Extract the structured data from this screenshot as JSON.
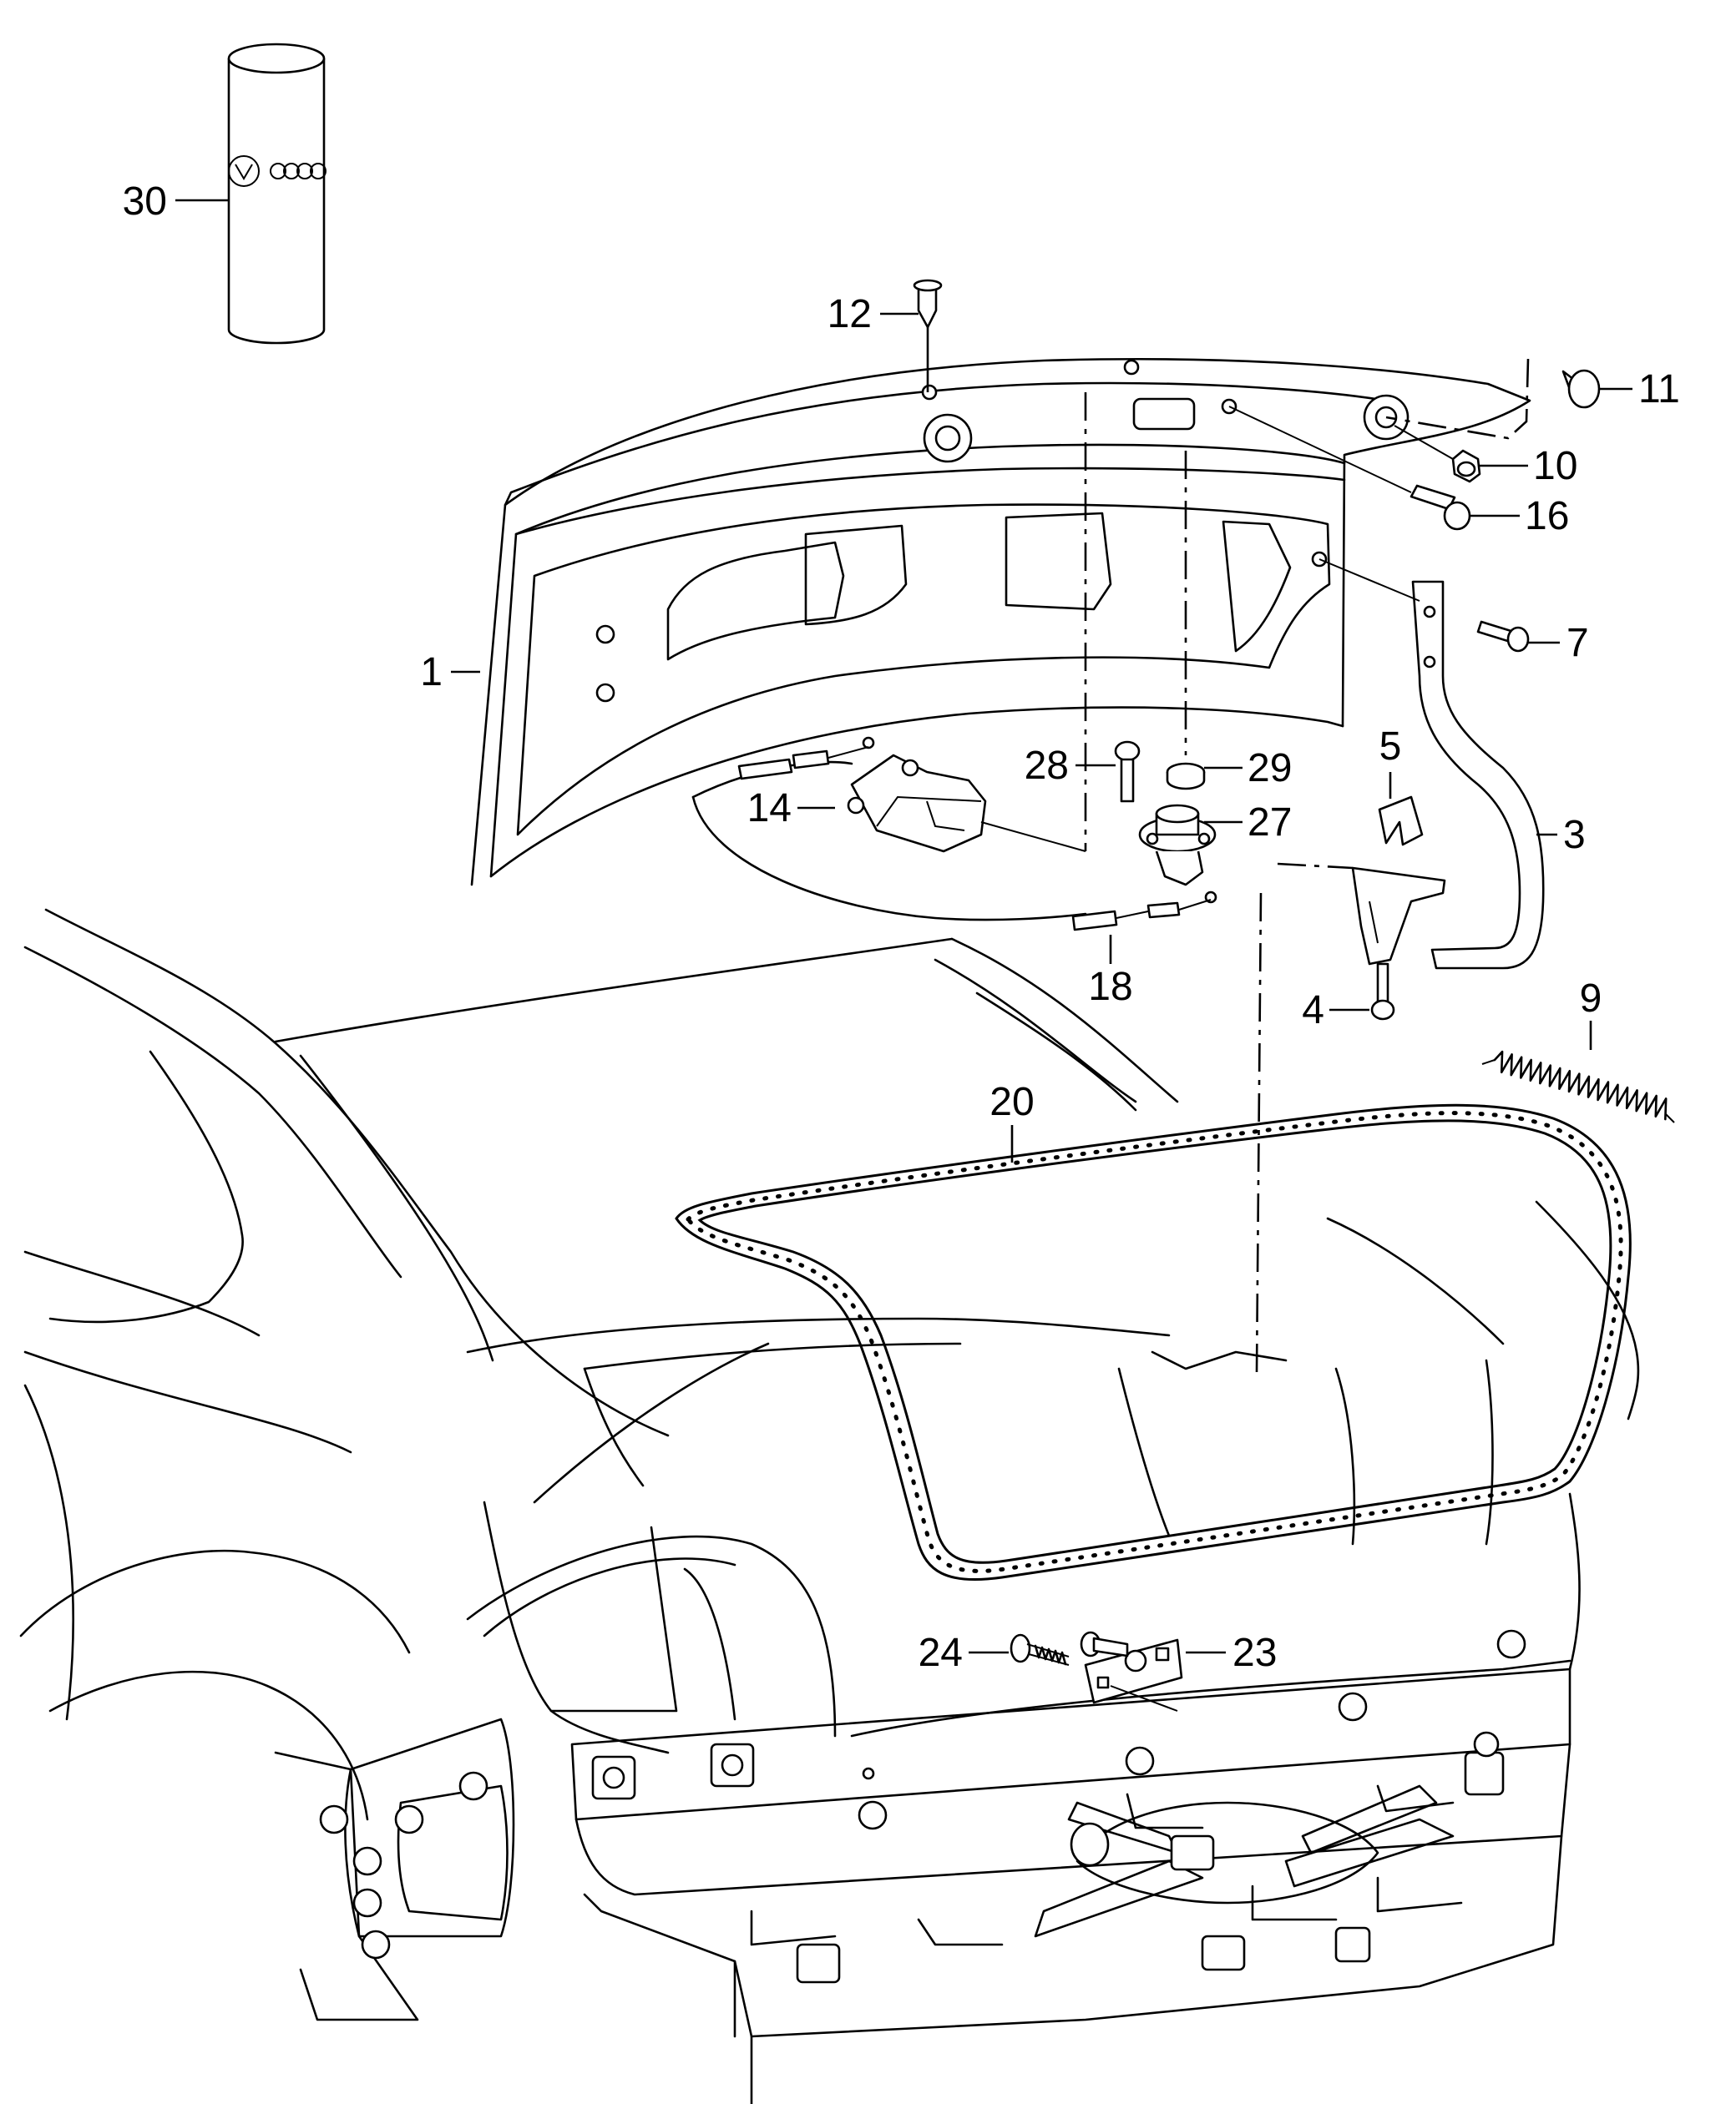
{
  "callouts": {
    "p30": "30",
    "p12": "12",
    "p11": "11",
    "p10": "10",
    "p16": "16",
    "p7": "7",
    "p1": "1",
    "p28": "28",
    "p29": "29",
    "p27": "27",
    "p5": "5",
    "p3": "3",
    "p14": "14",
    "p18": "18",
    "p4": "4",
    "p9": "9",
    "p20": "20",
    "p24": "24",
    "p23": "23"
  }
}
